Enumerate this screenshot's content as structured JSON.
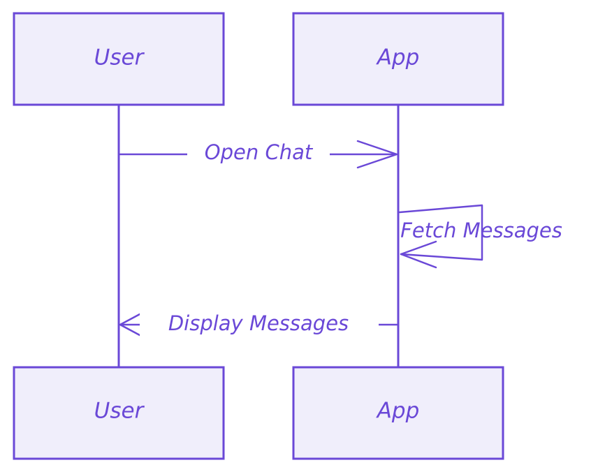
{
  "participants": [
    {
      "id": "user",
      "label": "User"
    },
    {
      "id": "app",
      "label": "App"
    }
  ],
  "messages": [
    {
      "from": "user",
      "to": "app",
      "label": "Open Chat",
      "type": "open-arrow"
    },
    {
      "from": "app",
      "to": "app",
      "label": "Fetch Messages",
      "type": "open-arrow"
    },
    {
      "from": "app",
      "to": "user",
      "label": "Display Messages",
      "type": "open-arrow"
    }
  ],
  "colors": {
    "stroke": "#6a48d7",
    "actor_fill": "#f0eefb",
    "background": "#ffffff"
  }
}
